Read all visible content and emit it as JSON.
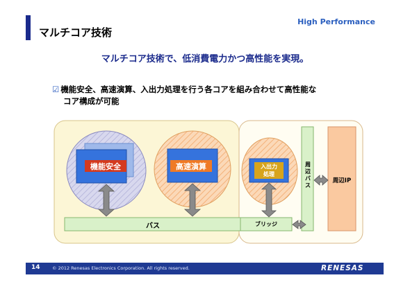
{
  "header": {
    "tag": "High Performance",
    "title": "マルチコア技術"
  },
  "subtitle": "マルチコア技術で、低消費電力かつ高性能を実現。",
  "bullet": {
    "icon": "checkbox-icon",
    "line1": "機能安全、高速演算、入出力処理を行う各コアを組み合わせて高性能な",
    "line2": "コア構成が可能"
  },
  "diagram": {
    "core_functional_safety": "機能安全",
    "core_high_speed": "高速演算",
    "core_io_line1": "入出力",
    "core_io_line2": "処理",
    "bus": "バス",
    "bridge": "ブリッジ",
    "peripheral_bus": "周辺バス",
    "peripheral_ip": "周辺IP"
  },
  "colors": {
    "accent": "#1a2a8c",
    "header_tag": "#2b5fbf",
    "core_box": "#2f6fd8",
    "core_label_red": "#d9381e",
    "core_label_orange": "#ee7a2a",
    "core_label_gold": "#d6a21a",
    "bus": "#d8f0c8",
    "peripheral_ip": "#f9c9a0"
  },
  "footer": {
    "page_number": "14",
    "copyright": "© 2012 Renesas Electronics Corporation. All rights reserved.",
    "logo": "RENESAS"
  }
}
